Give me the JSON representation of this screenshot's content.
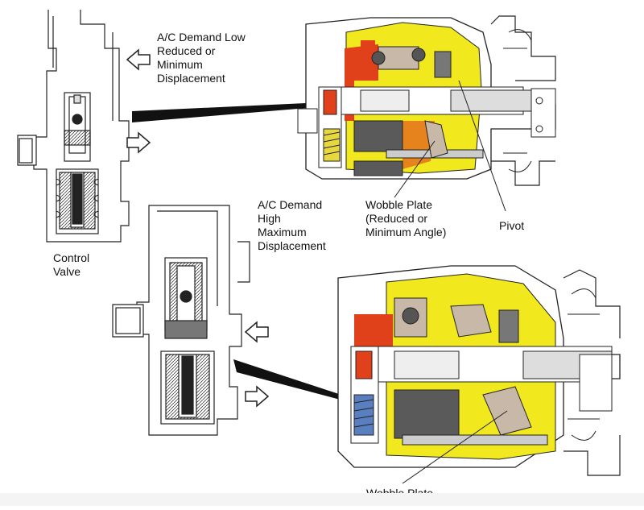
{
  "labels": {
    "ac_low": "A/C Demand Low\nReduced or\nMinimum\nDisplacement",
    "ac_high": "A/C Demand\nHigh\nMaximum\nDisplacement",
    "control_valve": "Control\nValve",
    "wobble_reduced": "Wobble Plate\n(Reduced or\nMinimum Angle)",
    "pivot": "Pivot",
    "wobble_bottom": "Wobble Plate"
  },
  "colors": {
    "line": "#222222",
    "yellow": "#f2e81e",
    "red": "#e0401a",
    "dark_gray": "#5a5a5a",
    "mid_gray": "#9a9a9a",
    "light_gray": "#d8d8d8",
    "tan": "#c8b8a8",
    "blue": "#5a7fc0",
    "spring_yellow": "#e8d840"
  }
}
